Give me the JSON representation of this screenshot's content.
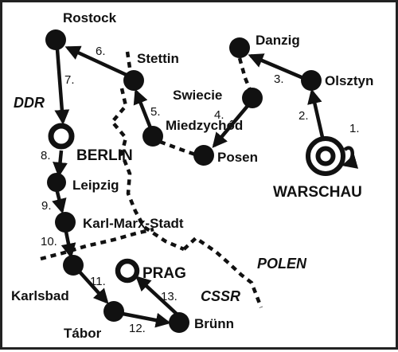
{
  "colors": {
    "ink": "#111111",
    "background": "#ffffff"
  },
  "regions": {
    "ddr": "DDR",
    "polen": "POLEN",
    "cssr": "CSSR"
  },
  "cities": {
    "rostock": "Rostock",
    "stettin": "Stettin",
    "danzig": "Danzig",
    "olsztyn": "Olsztyn",
    "swiecie": "Swiecie",
    "miedzychod": "Miedzychód",
    "posen": "Posen",
    "berlin": "BERLIN",
    "warschau": "WARSCHAU",
    "leipzig": "Leipzig",
    "karl_marx_stadt": "Karl-Marx-Stadt",
    "prag": "PRAG",
    "karlsbad": "Karlsbad",
    "tabor": "Tábor",
    "bruenn": "Brünn"
  },
  "steps": {
    "s1": "1.",
    "s2": "2.",
    "s3": "3.",
    "s4": "4.",
    "s5": "5.",
    "s6": "6.",
    "s7": "7.",
    "s8": "8.",
    "s9": "9.",
    "s10": "10.",
    "s11": "11.",
    "s12": "12.",
    "s13": "13."
  },
  "route_markers": {
    "start": "bullseye-marker",
    "capital": "ring-marker",
    "stop": "dot-marker"
  }
}
